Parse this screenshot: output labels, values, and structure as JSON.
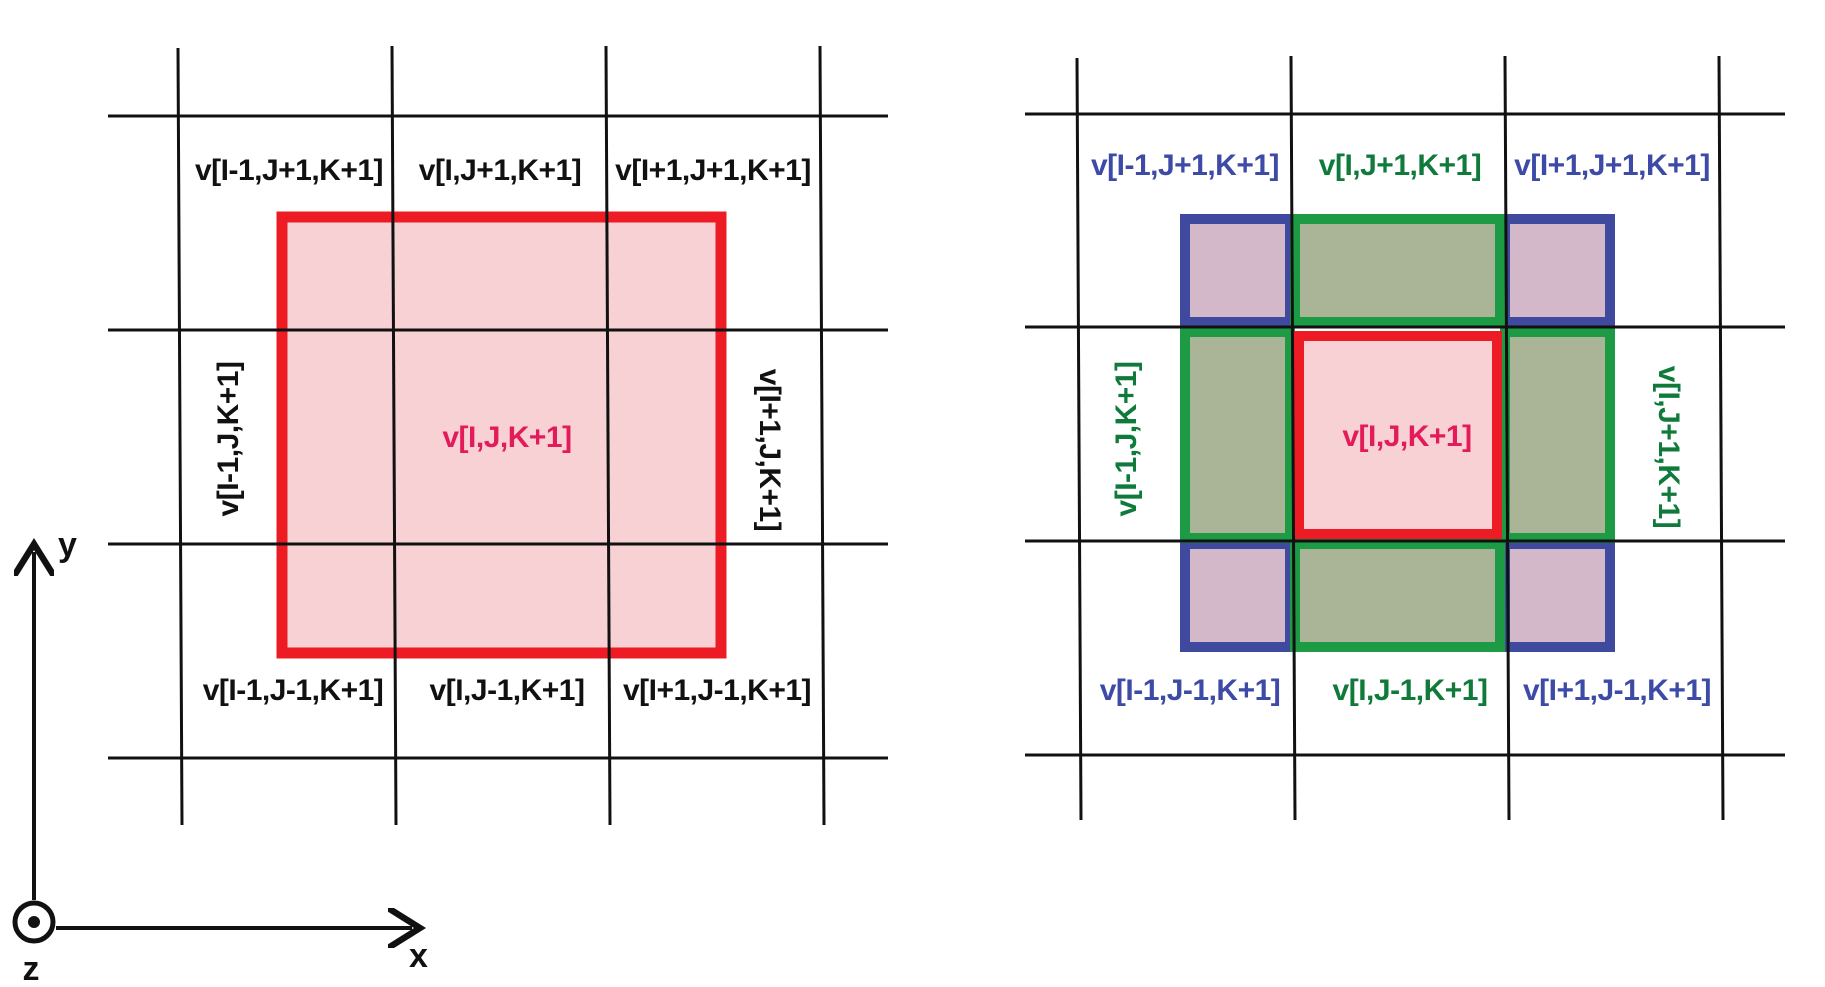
{
  "colors": {
    "grid": "#111111",
    "red": "#ed1c24",
    "red_fill": "#f7d1d3",
    "center_text": "#e31b5a",
    "green": "#1d9a44",
    "green_fill": "#aab497",
    "green_text": "#0f7a3a",
    "blue": "#3f4a9e",
    "blue_fill": "#d3b8c9",
    "blue_text": "#3d4aa6",
    "black_text": "#111111"
  },
  "left_panel": {
    "top_left": "v[I-1,J+1,K+1]",
    "top_center": "v[I,J+1,K+1]",
    "top_right": "v[I+1,J+1,K+1]",
    "mid_left": "v[I-1,J,K+1]",
    "center": "v[I,J,K+1]",
    "mid_right": "v[I+1,J,K+1]",
    "bottom_left": "v[I-1,J-1,K+1]",
    "bottom_center": "v[I,J-1,K+1]",
    "bottom_right": "v[I+1,J-1,K+1]"
  },
  "right_panel": {
    "top_left": "v[I-1,J+1,K+1]",
    "top_center": "v[I,J+1,K+1]",
    "top_right": "v[I+1,J+1,K+1]",
    "mid_left": "v[I-1,J,K+1]",
    "center": "v[I,J,K+1]",
    "mid_right": "v[I,J+1,K+1]",
    "bottom_left": "v[I-1,J-1,K+1]",
    "bottom_center": "v[I,J-1,K+1]",
    "bottom_right": "v[I+1,J-1,K+1]"
  },
  "axes": {
    "x": "x",
    "y": "y",
    "z": "z"
  }
}
